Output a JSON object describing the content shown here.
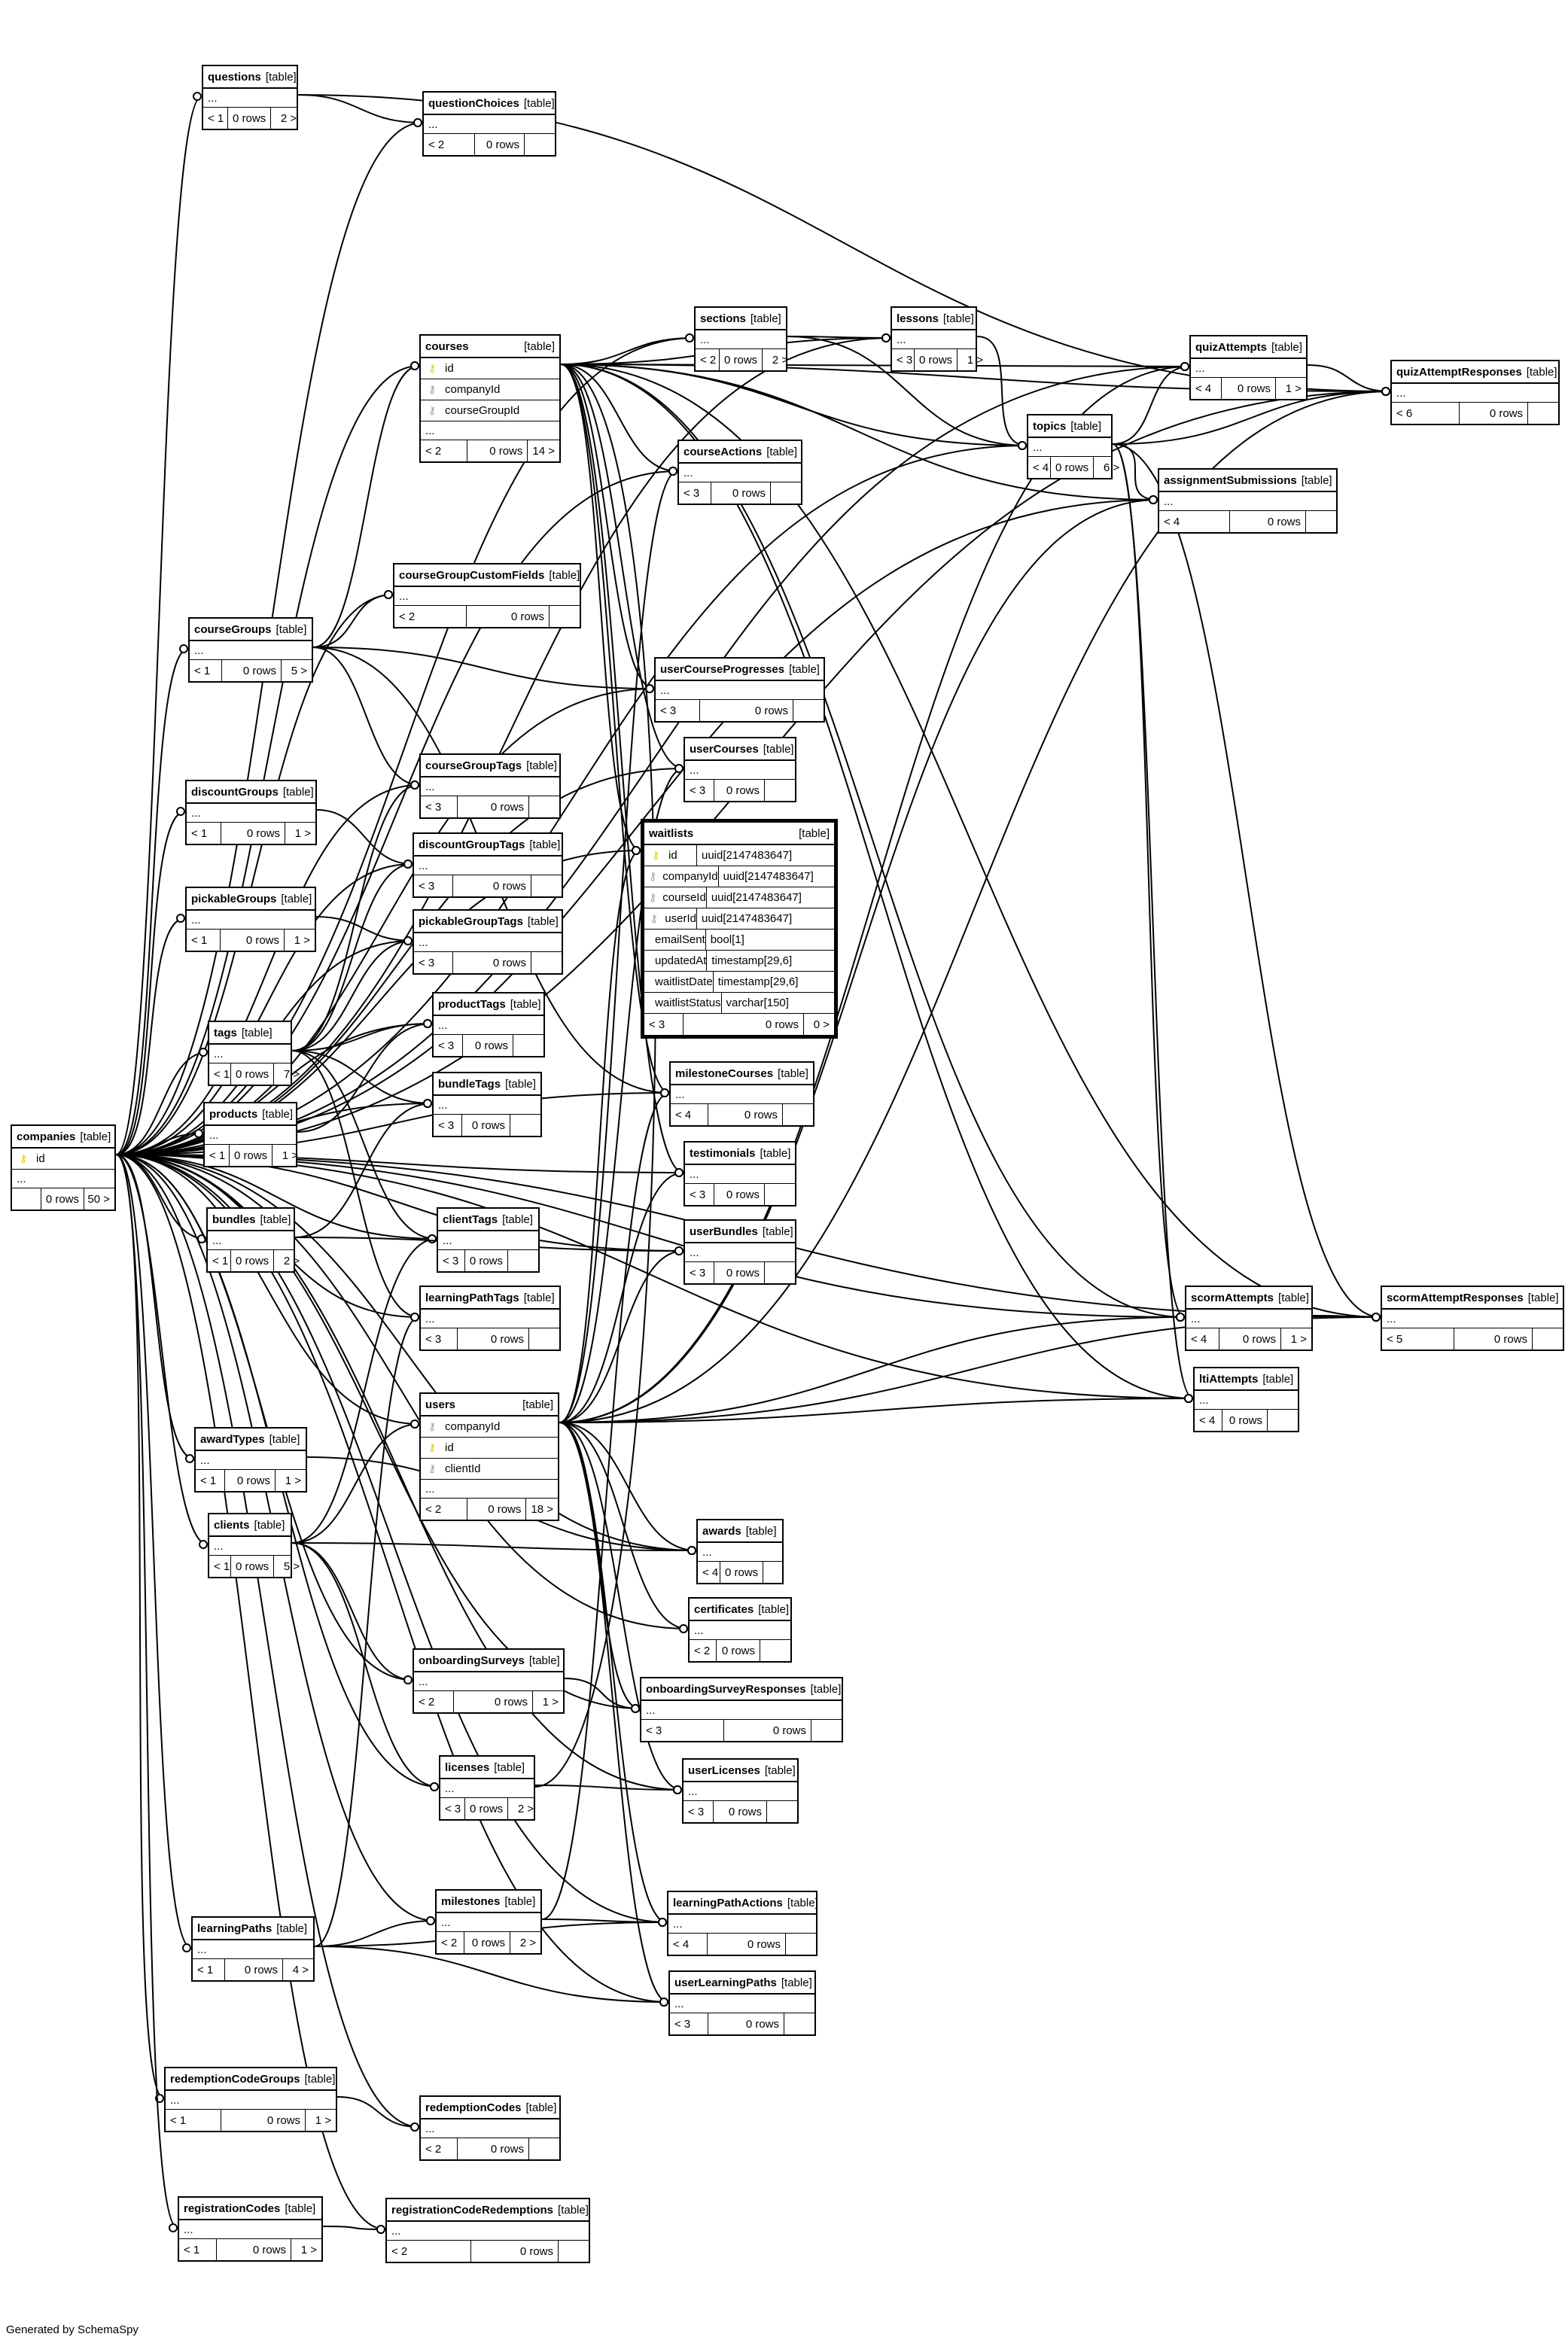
{
  "footer": "Generated by SchemaSpy",
  "tables": [
    {
      "name": "questions",
      "kind": "[table]",
      "columns": [],
      "parents": "< 1",
      "rows": "0 rows",
      "children": "2 >"
    },
    {
      "name": "questionChoices",
      "kind": "[table]",
      "columns": [],
      "parents": "< 2",
      "rows": "0 rows",
      "children": ""
    },
    {
      "name": "sections",
      "kind": "[table]",
      "columns": [],
      "parents": "< 2",
      "rows": "0 rows",
      "children": "2 >"
    },
    {
      "name": "lessons",
      "kind": "[table]",
      "columns": [],
      "parents": "< 3",
      "rows": "0 rows",
      "children": "1 >"
    },
    {
      "name": "quizAttempts",
      "kind": "[table]",
      "columns": [],
      "parents": "< 4",
      "rows": "0 rows",
      "children": "1 >"
    },
    {
      "name": "quizAttemptResponses",
      "kind": "[table]",
      "columns": [],
      "parents": "< 6",
      "rows": "0 rows",
      "children": ""
    },
    {
      "name": "courses",
      "kind": "[table]",
      "columns": [
        {
          "icon": "pk",
          "name": "id"
        },
        {
          "icon": "fk",
          "name": "companyId"
        },
        {
          "icon": "fk",
          "name": "courseGroupId"
        }
      ],
      "parents": "< 2",
      "rows": "0 rows",
      "children": "14 >"
    },
    {
      "name": "topics",
      "kind": "[table]",
      "columns": [],
      "parents": "< 4",
      "rows": "0 rows",
      "children": "6 >"
    },
    {
      "name": "courseActions",
      "kind": "[table]",
      "columns": [],
      "parents": "< 3",
      "rows": "0 rows",
      "children": ""
    },
    {
      "name": "assignmentSubmissions",
      "kind": "[table]",
      "columns": [],
      "parents": "< 4",
      "rows": "0 rows",
      "children": ""
    },
    {
      "name": "courseGroupCustomFields",
      "kind": "[table]",
      "columns": [],
      "parents": "< 2",
      "rows": "0 rows",
      "children": ""
    },
    {
      "name": "courseGroups",
      "kind": "[table]",
      "columns": [],
      "parents": "< 1",
      "rows": "0 rows",
      "children": "5 >"
    },
    {
      "name": "userCourseProgresses",
      "kind": "[table]",
      "columns": [],
      "parents": "< 3",
      "rows": "0 rows",
      "children": ""
    },
    {
      "name": "userCourses",
      "kind": "[table]",
      "columns": [],
      "parents": "< 3",
      "rows": "0 rows",
      "children": ""
    },
    {
      "name": "courseGroupTags",
      "kind": "[table]",
      "columns": [],
      "parents": "< 3",
      "rows": "0 rows",
      "children": ""
    },
    {
      "name": "discountGroups",
      "kind": "[table]",
      "columns": [],
      "parents": "< 1",
      "rows": "0 rows",
      "children": "1 >"
    },
    {
      "name": "discountGroupTags",
      "kind": "[table]",
      "columns": [],
      "parents": "< 3",
      "rows": "0 rows",
      "children": ""
    },
    {
      "name": "waitlists",
      "kind": "[table]",
      "focus": true,
      "columns": [
        {
          "icon": "pk",
          "name": "id",
          "type": "uuid[2147483647]"
        },
        {
          "icon": "fk",
          "name": "companyId",
          "type": "uuid[2147483647]"
        },
        {
          "icon": "fk",
          "name": "courseId",
          "type": "uuid[2147483647]"
        },
        {
          "icon": "fk",
          "name": "userId",
          "type": "uuid[2147483647]"
        },
        {
          "icon": "",
          "name": "emailSent",
          "type": "bool[1]"
        },
        {
          "icon": "",
          "name": "updatedAt",
          "type": "timestamp[29,6]"
        },
        {
          "icon": "",
          "name": "waitlistDate",
          "type": "timestamp[29,6]"
        },
        {
          "icon": "",
          "name": "waitlistStatus",
          "type": "varchar[150]"
        }
      ],
      "parents": "< 3",
      "rows": "0 rows",
      "children": "0 >"
    },
    {
      "name": "pickableGroups",
      "kind": "[table]",
      "columns": [],
      "parents": "< 1",
      "rows": "0 rows",
      "children": "1 >"
    },
    {
      "name": "pickableGroupTags",
      "kind": "[table]",
      "columns": [],
      "parents": "< 3",
      "rows": "0 rows",
      "children": ""
    },
    {
      "name": "tags",
      "kind": "[table]",
      "columns": [],
      "parents": "< 1",
      "rows": "0 rows",
      "children": "7 >"
    },
    {
      "name": "productTags",
      "kind": "[table]",
      "columns": [],
      "parents": "< 3",
      "rows": "0 rows",
      "children": ""
    },
    {
      "name": "milestoneCourses",
      "kind": "[table]",
      "columns": [],
      "parents": "< 4",
      "rows": "0 rows",
      "children": ""
    },
    {
      "name": "bundleTags",
      "kind": "[table]",
      "columns": [],
      "parents": "< 3",
      "rows": "0 rows",
      "children": ""
    },
    {
      "name": "products",
      "kind": "[table]",
      "columns": [],
      "parents": "< 1",
      "rows": "0 rows",
      "children": "1 >"
    },
    {
      "name": "companies",
      "kind": "[table]",
      "columns": [
        {
          "icon": "pk",
          "name": "id"
        }
      ],
      "parents": "",
      "rows": "0 rows",
      "children": "50 >"
    },
    {
      "name": "testimonials",
      "kind": "[table]",
      "columns": [],
      "parents": "< 3",
      "rows": "0 rows",
      "children": ""
    },
    {
      "name": "bundles",
      "kind": "[table]",
      "columns": [],
      "parents": "< 1",
      "rows": "0 rows",
      "children": "2 >"
    },
    {
      "name": "clientTags",
      "kind": "[table]",
      "columns": [],
      "parents": "< 3",
      "rows": "0 rows",
      "children": ""
    },
    {
      "name": "userBundles",
      "kind": "[table]",
      "columns": [],
      "parents": "< 3",
      "rows": "0 rows",
      "children": ""
    },
    {
      "name": "learningPathTags",
      "kind": "[table]",
      "columns": [],
      "parents": "< 3",
      "rows": "0 rows",
      "children": ""
    },
    {
      "name": "scormAttempts",
      "kind": "[table]",
      "columns": [],
      "parents": "< 4",
      "rows": "0 rows",
      "children": "1 >"
    },
    {
      "name": "scormAttemptResponses",
      "kind": "[table]",
      "columns": [],
      "parents": "< 5",
      "rows": "0 rows",
      "children": ""
    },
    {
      "name": "ltiAttempts",
      "kind": "[table]",
      "columns": [],
      "parents": "< 4",
      "rows": "0 rows",
      "children": ""
    },
    {
      "name": "users",
      "kind": "[table]",
      "columns": [
        {
          "icon": "fk",
          "name": "companyId"
        },
        {
          "icon": "pk",
          "name": "id"
        },
        {
          "icon": "fk",
          "name": "clientId"
        }
      ],
      "parents": "< 2",
      "rows": "0 rows",
      "children": "18 >"
    },
    {
      "name": "awardTypes",
      "kind": "[table]",
      "columns": [],
      "parents": "< 1",
      "rows": "0 rows",
      "children": "1 >"
    },
    {
      "name": "clients",
      "kind": "[table]",
      "columns": [],
      "parents": "< 1",
      "rows": "0 rows",
      "children": "5 >"
    },
    {
      "name": "awards",
      "kind": "[table]",
      "columns": [],
      "parents": "< 4",
      "rows": "0 rows",
      "children": ""
    },
    {
      "name": "certificates",
      "kind": "[table]",
      "columns": [],
      "parents": "< 2",
      "rows": "0 rows",
      "children": ""
    },
    {
      "name": "onboardingSurveys",
      "kind": "[table]",
      "columns": [],
      "parents": "< 2",
      "rows": "0 rows",
      "children": "1 >"
    },
    {
      "name": "onboardingSurveyResponses",
      "kind": "[table]",
      "columns": [],
      "parents": "< 3",
      "rows": "0 rows",
      "children": ""
    },
    {
      "name": "licenses",
      "kind": "[table]",
      "columns": [],
      "parents": "< 3",
      "rows": "0 rows",
      "children": "2 >"
    },
    {
      "name": "userLicenses",
      "kind": "[table]",
      "columns": [],
      "parents": "< 3",
      "rows": "0 rows",
      "children": ""
    },
    {
      "name": "milestones",
      "kind": "[table]",
      "columns": [],
      "parents": "< 2",
      "rows": "0 rows",
      "children": "2 >"
    },
    {
      "name": "learningPathActions",
      "kind": "[table]",
      "columns": [],
      "parents": "< 4",
      "rows": "0 rows",
      "children": ""
    },
    {
      "name": "learningPaths",
      "kind": "[table]",
      "columns": [],
      "parents": "< 1",
      "rows": "0 rows",
      "children": "4 >"
    },
    {
      "name": "userLearningPaths",
      "kind": "[table]",
      "columns": [],
      "parents": "< 3",
      "rows": "0 rows",
      "children": ""
    },
    {
      "name": "redemptionCodeGroups",
      "kind": "[table]",
      "columns": [],
      "parents": "< 1",
      "rows": "0 rows",
      "children": "1 >"
    },
    {
      "name": "redemptionCodes",
      "kind": "[table]",
      "columns": [],
      "parents": "< 2",
      "rows": "0 rows",
      "children": ""
    },
    {
      "name": "registrationCodes",
      "kind": "[table]",
      "columns": [],
      "parents": "< 1",
      "rows": "0 rows",
      "children": "1 >"
    },
    {
      "name": "registrationCodeRedemptions",
      "kind": "[table]",
      "columns": [],
      "parents": "< 2",
      "rows": "0 rows",
      "children": ""
    }
  ],
  "relations": [
    [
      "companies",
      "questions"
    ],
    [
      "companies",
      "questionChoices"
    ],
    [
      "questions",
      "questionChoices"
    ],
    [
      "companies",
      "sections"
    ],
    [
      "courses",
      "sections"
    ],
    [
      "companies",
      "lessons"
    ],
    [
      "sections",
      "lessons"
    ],
    [
      "courses",
      "lessons"
    ],
    [
      "companies",
      "quizAttempts"
    ],
    [
      "topics",
      "quizAttempts"
    ],
    [
      "users",
      "quizAttempts"
    ],
    [
      "courses",
      "quizAttempts"
    ],
    [
      "companies",
      "quizAttemptResponses"
    ],
    [
      "quizAttempts",
      "quizAttemptResponses"
    ],
    [
      "questions",
      "quizAttemptResponses"
    ],
    [
      "topics",
      "quizAttemptResponses"
    ],
    [
      "users",
      "quizAttemptResponses"
    ],
    [
      "courses",
      "quizAttemptResponses"
    ],
    [
      "companies",
      "courses"
    ],
    [
      "courseGroups",
      "courses"
    ],
    [
      "companies",
      "topics"
    ],
    [
      "courses",
      "topics"
    ],
    [
      "sections",
      "topics"
    ],
    [
      "lessons",
      "topics"
    ],
    [
      "companies",
      "courseActions"
    ],
    [
      "courses",
      "courseActions"
    ],
    [
      "users",
      "courseActions"
    ],
    [
      "companies",
      "assignmentSubmissions"
    ],
    [
      "topics",
      "assignmentSubmissions"
    ],
    [
      "users",
      "assignmentSubmissions"
    ],
    [
      "courses",
      "assignmentSubmissions"
    ],
    [
      "companies",
      "courseGroupCustomFields"
    ],
    [
      "courseGroups",
      "courseGroupCustomFields"
    ],
    [
      "companies",
      "courseGroups"
    ],
    [
      "companies",
      "userCourseProgresses"
    ],
    [
      "courses",
      "userCourseProgresses"
    ],
    [
      "courseGroups",
      "userCourseProgresses"
    ],
    [
      "companies",
      "userCourses"
    ],
    [
      "courses",
      "userCourses"
    ],
    [
      "users",
      "userCourses"
    ],
    [
      "companies",
      "courseGroupTags"
    ],
    [
      "courseGroups",
      "courseGroupTags"
    ],
    [
      "tags",
      "courseGroupTags"
    ],
    [
      "companies",
      "discountGroups"
    ],
    [
      "companies",
      "discountGroupTags"
    ],
    [
      "discountGroups",
      "discountGroupTags"
    ],
    [
      "tags",
      "discountGroupTags"
    ],
    [
      "companies",
      "waitlists"
    ],
    [
      "courses",
      "waitlists"
    ],
    [
      "users",
      "waitlists"
    ],
    [
      "companies",
      "pickableGroups"
    ],
    [
      "companies",
      "pickableGroupTags"
    ],
    [
      "pickableGroups",
      "pickableGroupTags"
    ],
    [
      "tags",
      "pickableGroupTags"
    ],
    [
      "companies",
      "tags"
    ],
    [
      "companies",
      "productTags"
    ],
    [
      "products",
      "productTags"
    ],
    [
      "tags",
      "productTags"
    ],
    [
      "companies",
      "milestoneCourses"
    ],
    [
      "courses",
      "milestoneCourses"
    ],
    [
      "milestones",
      "milestoneCourses"
    ],
    [
      "courseGroups",
      "milestoneCourses"
    ],
    [
      "companies",
      "bundleTags"
    ],
    [
      "bundles",
      "bundleTags"
    ],
    [
      "tags",
      "bundleTags"
    ],
    [
      "companies",
      "products"
    ],
    [
      "companies",
      "testimonials"
    ],
    [
      "courses",
      "testimonials"
    ],
    [
      "users",
      "testimonials"
    ],
    [
      "companies",
      "bundles"
    ],
    [
      "companies",
      "clientTags"
    ],
    [
      "clients",
      "clientTags"
    ],
    [
      "tags",
      "clientTags"
    ],
    [
      "companies",
      "userBundles"
    ],
    [
      "bundles",
      "userBundles"
    ],
    [
      "users",
      "userBundles"
    ],
    [
      "companies",
      "learningPathTags"
    ],
    [
      "learningPaths",
      "learningPathTags"
    ],
    [
      "tags",
      "learningPathTags"
    ],
    [
      "companies",
      "scormAttempts"
    ],
    [
      "topics",
      "scormAttempts"
    ],
    [
      "users",
      "scormAttempts"
    ],
    [
      "courses",
      "scormAttempts"
    ],
    [
      "companies",
      "scormAttemptResponses"
    ],
    [
      "scormAttempts",
      "scormAttemptResponses"
    ],
    [
      "topics",
      "scormAttemptResponses"
    ],
    [
      "users",
      "scormAttemptResponses"
    ],
    [
      "courses",
      "scormAttemptResponses"
    ],
    [
      "companies",
      "ltiAttempts"
    ],
    [
      "topics",
      "ltiAttempts"
    ],
    [
      "users",
      "ltiAttempts"
    ],
    [
      "courses",
      "ltiAttempts"
    ],
    [
      "companies",
      "users"
    ],
    [
      "clients",
      "users"
    ],
    [
      "companies",
      "awardTypes"
    ],
    [
      "companies",
      "clients"
    ],
    [
      "companies",
      "awards"
    ],
    [
      "awardTypes",
      "awards"
    ],
    [
      "users",
      "awards"
    ],
    [
      "clients",
      "awards"
    ],
    [
      "companies",
      "certificates"
    ],
    [
      "users",
      "certificates"
    ],
    [
      "companies",
      "onboardingSurveys"
    ],
    [
      "clients",
      "onboardingSurveys"
    ],
    [
      "companies",
      "onboardingSurveyResponses"
    ],
    [
      "onboardingSurveys",
      "onboardingSurveyResponses"
    ],
    [
      "users",
      "onboardingSurveyResponses"
    ],
    [
      "companies",
      "licenses"
    ],
    [
      "clients",
      "licenses"
    ],
    [
      "courses",
      "licenses"
    ],
    [
      "companies",
      "userLicenses"
    ],
    [
      "licenses",
      "userLicenses"
    ],
    [
      "users",
      "userLicenses"
    ],
    [
      "companies",
      "milestones"
    ],
    [
      "learningPaths",
      "milestones"
    ],
    [
      "companies",
      "learningPathActions"
    ],
    [
      "learningPaths",
      "learningPathActions"
    ],
    [
      "milestones",
      "learningPathActions"
    ],
    [
      "users",
      "learningPathActions"
    ],
    [
      "companies",
      "learningPaths"
    ],
    [
      "companies",
      "userLearningPaths"
    ],
    [
      "learningPaths",
      "userLearningPaths"
    ],
    [
      "users",
      "userLearningPaths"
    ],
    [
      "companies",
      "redemptionCodeGroups"
    ],
    [
      "companies",
      "redemptionCodes"
    ],
    [
      "redemptionCodeGroups",
      "redemptionCodes"
    ],
    [
      "companies",
      "registrationCodes"
    ],
    [
      "companies",
      "registrationCodeRedemptions"
    ],
    [
      "registrationCodes",
      "registrationCodeRedemptions"
    ]
  ]
}
